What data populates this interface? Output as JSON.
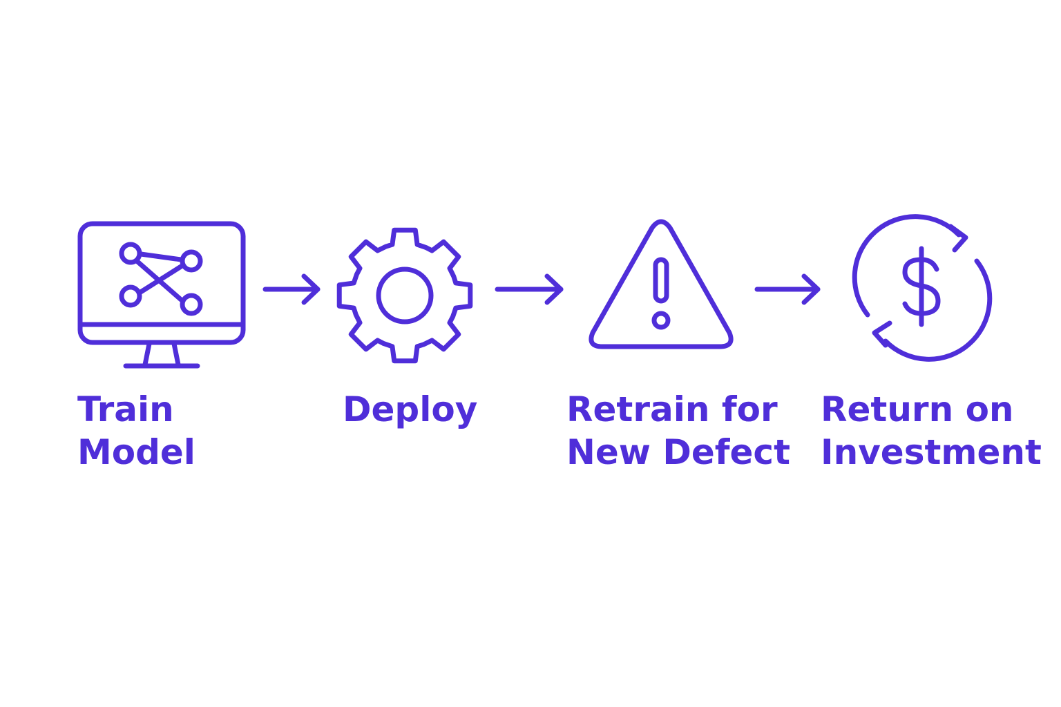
{
  "colors": {
    "accent": "#4F2ED9",
    "background": "#FFFFFF"
  },
  "steps": [
    {
      "icon": "monitor-network-icon",
      "label_line1": "Train",
      "label_line2": "Model"
    },
    {
      "icon": "gear-icon",
      "label_line1": "Deploy",
      "label_line2": ""
    },
    {
      "icon": "warning-triangle-icon",
      "label_line1": "Retrain for",
      "label_line2": "New Defect"
    },
    {
      "icon": "dollar-cycle-icon",
      "label_line1": "Return on",
      "label_line2": "Investment"
    }
  ],
  "connectors": [
    {
      "from": "Train Model",
      "to": "Deploy"
    },
    {
      "from": "Deploy",
      "to": "Retrain for New Defect"
    },
    {
      "from": "Retrain for New Defect",
      "to": "Return on Investment"
    }
  ]
}
